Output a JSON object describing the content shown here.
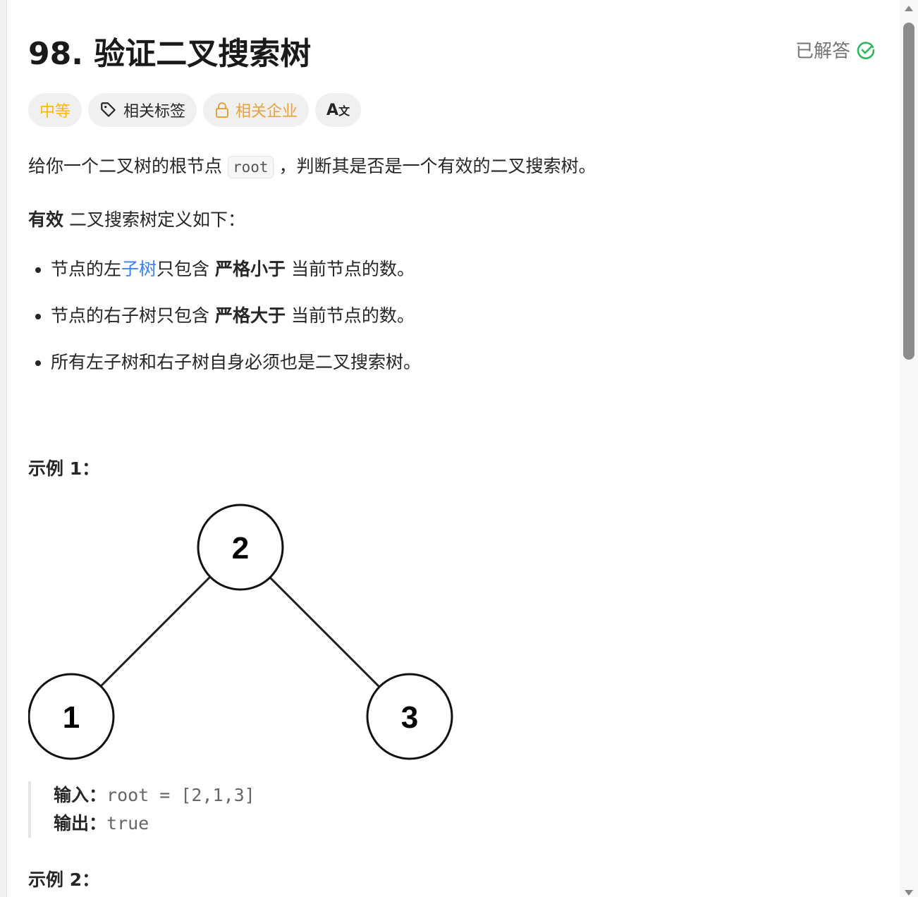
{
  "title": "98. 验证二叉搜索树",
  "status": "已解答",
  "tags": {
    "difficulty": "中等",
    "topics": "相关标签",
    "companies": "相关企业"
  },
  "colors": {
    "difficulty": "#ffb800",
    "companies": "#e6a23c",
    "solved": "#2db55d",
    "link": "#3b82f6"
  },
  "desc": {
    "p1a": "给你一个二叉树的根节点",
    "p1code": "root",
    "p1b": "，判断其是否是一个有效的二叉搜索树。",
    "p2bold": "有效",
    "p2": " 二叉搜索树定义如下：",
    "b1a": "节点的左",
    "b1link": "子树",
    "b1b": "只包含 ",
    "b1bold": "严格小于",
    "b1c": " 当前节点的数。",
    "b2a": "节点的右子树只包含 ",
    "b2bold": "严格大于",
    "b2c": " 当前节点的数。",
    "b3": "所有左子树和右子树自身必须也是二叉搜索树。"
  },
  "example1": {
    "title": "示例 1：",
    "tree": [
      2,
      1,
      3
    ],
    "input_label": "输入：",
    "input": "root = [2,1,3]",
    "output_label": "输出：",
    "output": "true"
  },
  "example2": {
    "title": "示例 2："
  }
}
